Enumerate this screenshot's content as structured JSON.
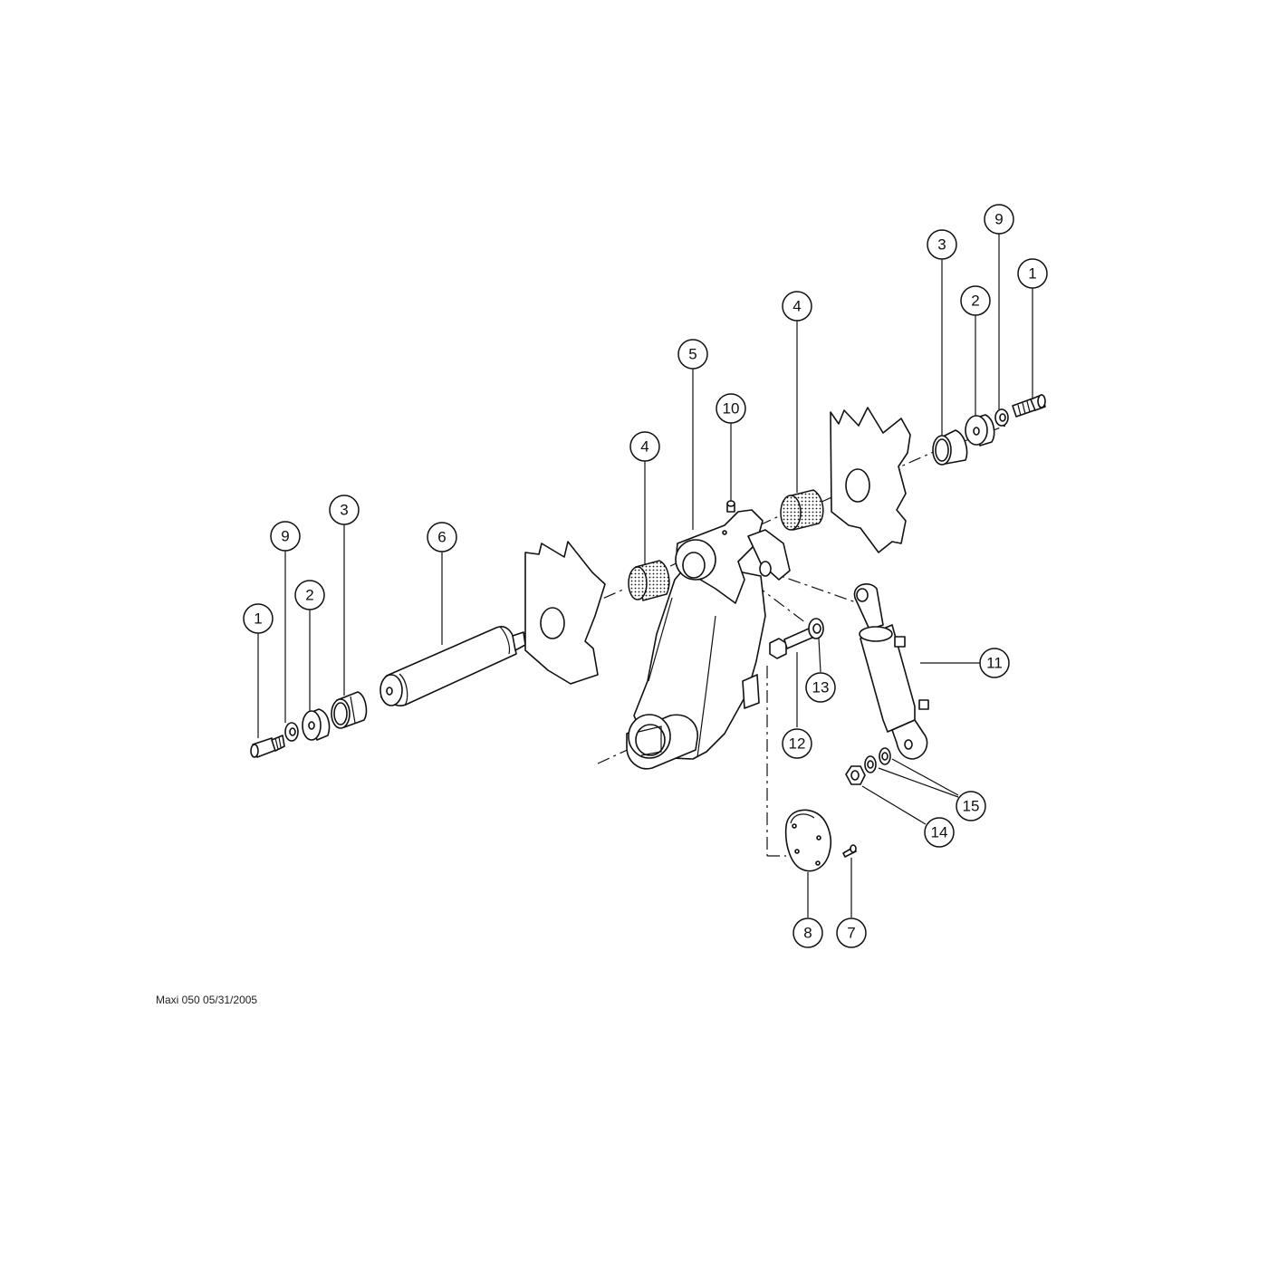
{
  "callouts": [
    {
      "label": "1"
    },
    {
      "label": "9"
    },
    {
      "label": "2"
    },
    {
      "label": "3"
    },
    {
      "label": "6"
    },
    {
      "label": "4"
    },
    {
      "label": "5"
    },
    {
      "label": "10"
    },
    {
      "label": "4"
    },
    {
      "label": "3"
    },
    {
      "label": "2"
    },
    {
      "label": "9"
    },
    {
      "label": "1"
    },
    {
      "label": "11"
    },
    {
      "label": "12"
    },
    {
      "label": "13"
    },
    {
      "label": "15"
    },
    {
      "label": "14"
    },
    {
      "label": "8"
    },
    {
      "label": "7"
    }
  ],
  "footer": {
    "text": "Maxi 050 05/31/2005"
  }
}
